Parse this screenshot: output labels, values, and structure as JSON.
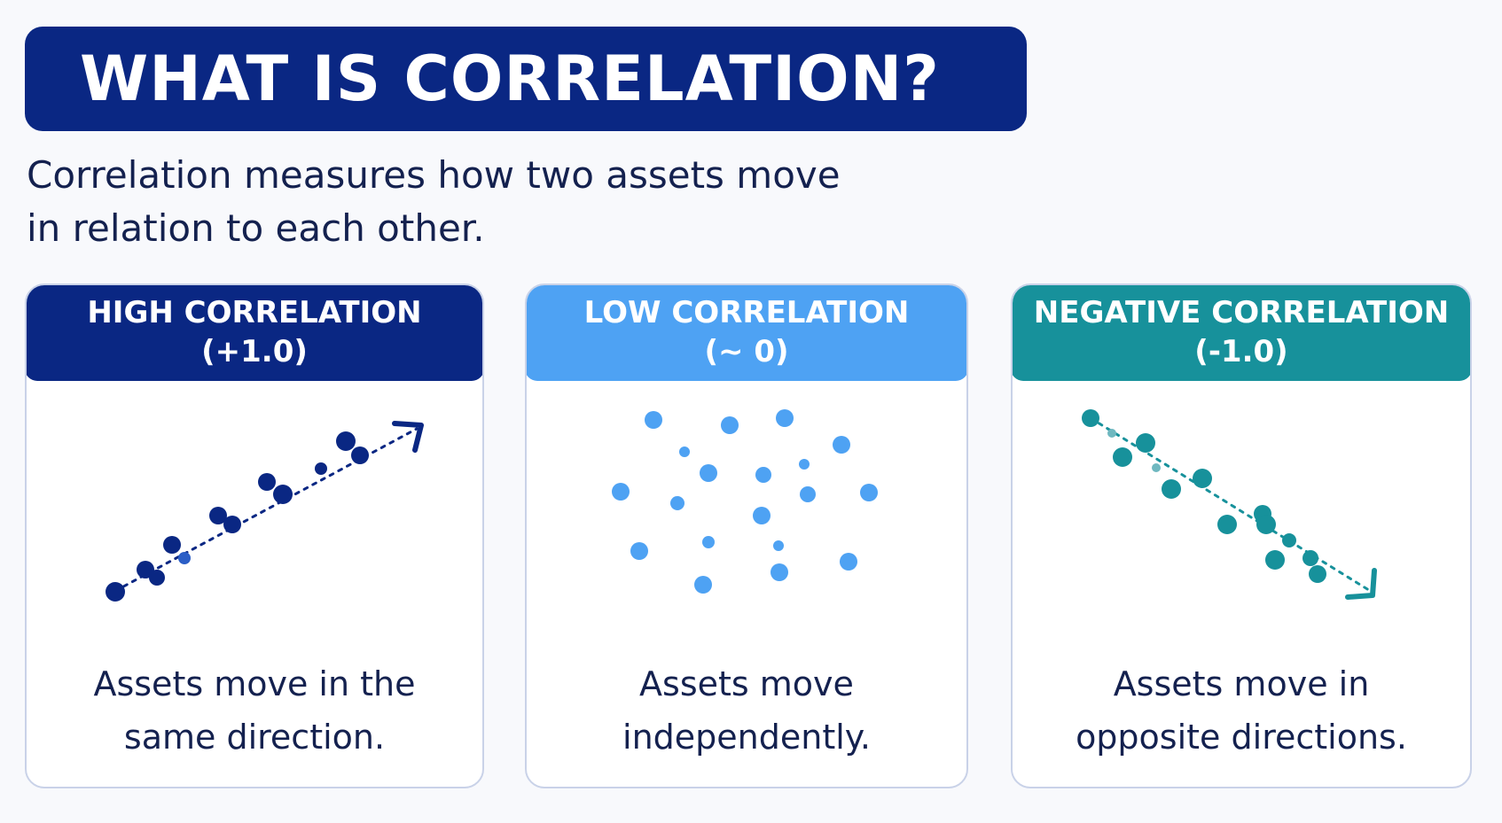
{
  "title": "WHAT IS CORRELATION?",
  "subtitle": {
    "line1": "Correlation measures how two assets move",
    "line2": "in relation to each other."
  },
  "colors": {
    "high": "#0a2783",
    "low": "#4ea2f3",
    "negative": "#17919b"
  },
  "cards": [
    {
      "key": "high",
      "header_line1": "HIGH CORRELATION",
      "header_line2": "(+1.0)",
      "desc_line1": "Assets move in the",
      "desc_line2": "same direction."
    },
    {
      "key": "low",
      "header_line1": "LOW CORRELATION",
      "header_line2": "(~ 0)",
      "desc_line1": "Assets move",
      "desc_line2": "independently."
    },
    {
      "key": "negative",
      "header_line1": "NEGATIVE CORRELATION",
      "header_line2": "(-1.0)",
      "desc_line1": "Assets move in",
      "desc_line2": "opposite directions."
    }
  ]
}
